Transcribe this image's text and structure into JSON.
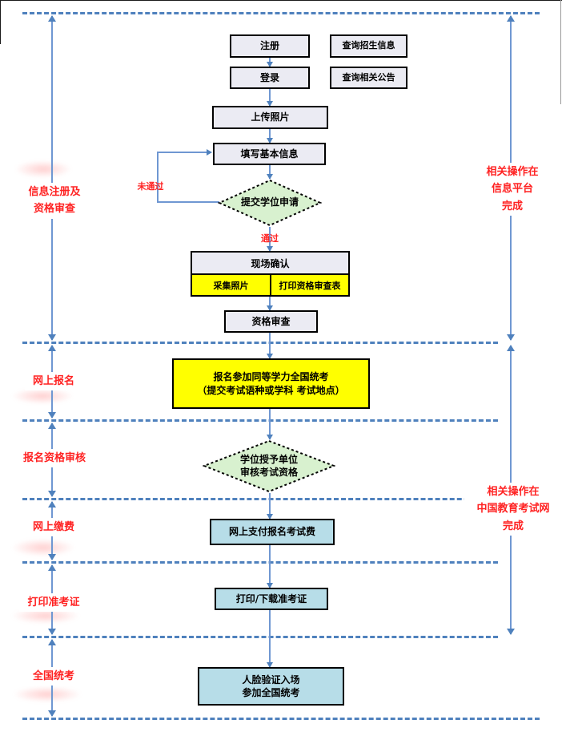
{
  "colors": {
    "line_blue": "#4F81BD",
    "box_gray": "#EBEBF3",
    "diamond_green": "#D8F1CF",
    "highlight_yellow": "#FFFF00",
    "teal_blue": "#B7DDE8",
    "label_red": "#FF2222"
  },
  "nodes": {
    "register": "注册",
    "query_admission": "查询招生信息",
    "login": "登录",
    "query_notice": "查询相关公告",
    "upload_photo": "上传照片",
    "fill_info": "填写基本信息",
    "submit_degree": "提交学位申请",
    "onsite_confirm": "现场确认",
    "collect_photo": "采集照片",
    "print_form": "打印资格审查表",
    "qualification_review": "资格审查",
    "register_exam_line1": "报名参加同等学力全国统考",
    "register_exam_line2": "（提交考试语种或学科 考试地点）",
    "unit_review_line1": "学位授予单位",
    "unit_review_line2": "审核考试资格",
    "pay_fee": "网上支付报名考试费",
    "print_ticket": "打印/下载准考证",
    "face_verify_line1": "人脸验证入场",
    "face_verify_line2": "参加全国统考"
  },
  "edge_labels": {
    "fail": "未通过",
    "pass": "通过"
  },
  "left_labels": {
    "stage1_line1": "信息注册及",
    "stage1_line2": "资格审查",
    "stage2": "网上报名",
    "stage3": "报名资格审核",
    "stage4": "网上缴费",
    "stage5": "打印准考证",
    "stage6": "全国统考"
  },
  "right_labels": {
    "top_line1": "相关操作在",
    "top_line2": "信息平台",
    "top_line3": "完成",
    "bottom_line1": "相关操作在",
    "bottom_line2": "中国教育考试网",
    "bottom_line3": "完成"
  }
}
